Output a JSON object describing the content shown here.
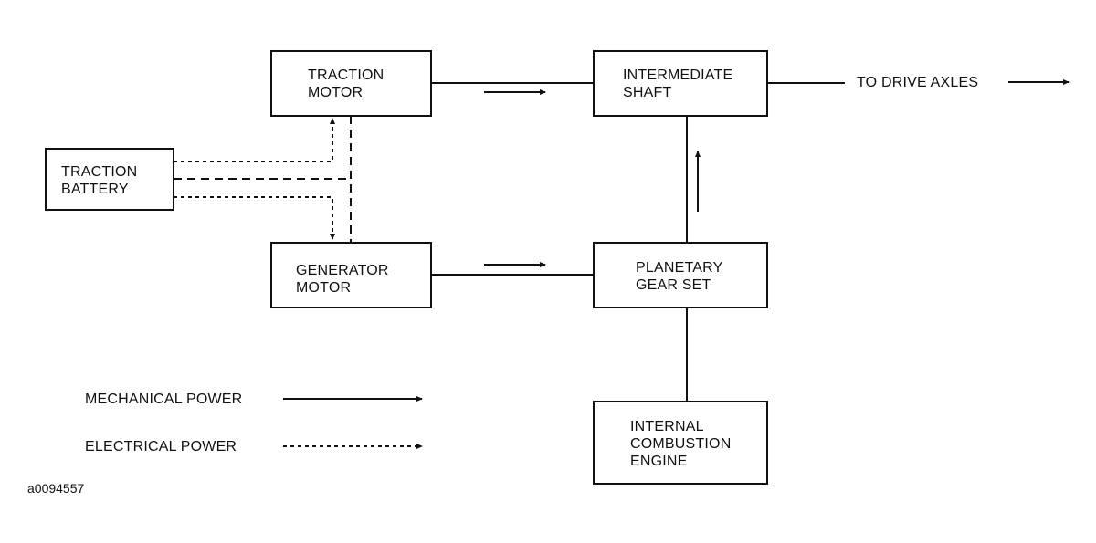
{
  "diagram": {
    "boxes": {
      "traction_motor": "TRACTION\nMOTOR",
      "intermediate_shaft": "INTERMEDIATE\nSHAFT",
      "traction_battery": "TRACTION\nBATTERY",
      "generator_motor": "GENERATOR\nMOTOR",
      "planetary_gear_set": "PLANETARY\nGEAR SET",
      "internal_combustion_engine": "INTERNAL\nCOMBUSTION\nENGINE"
    },
    "output_label": "TO DRIVE AXLES",
    "legend": {
      "mechanical": "MECHANICAL POWER",
      "electrical": "ELECTRICAL POWER"
    },
    "figure_id": "a0094557"
  }
}
